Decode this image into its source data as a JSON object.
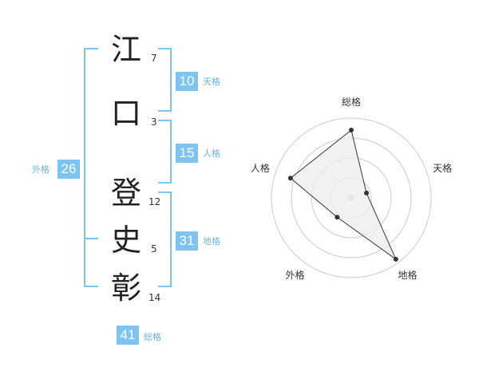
{
  "name": {
    "chars": [
      {
        "char": "江",
        "strokes": "7"
      },
      {
        "char": "口",
        "strokes": "3"
      },
      {
        "char": "登",
        "strokes": "12"
      },
      {
        "char": "史",
        "strokes": "5"
      },
      {
        "char": "彰",
        "strokes": "14"
      }
    ]
  },
  "kaku": {
    "tenkaku": {
      "value": "10",
      "label": "天格"
    },
    "jinkaku": {
      "value": "15",
      "label": "人格"
    },
    "chikaku": {
      "value": "31",
      "label": "地格"
    },
    "gaikaku": {
      "value": "26",
      "label": "外格"
    },
    "soukaku": {
      "value": "41",
      "label": "総格"
    }
  },
  "radar": {
    "axes": [
      "総格",
      "天格",
      "地格",
      "外格",
      "人格"
    ],
    "values": [
      0.85,
      0.2,
      0.95,
      0.3,
      0.8
    ],
    "max": 1,
    "rings": 4,
    "colors": {
      "fill": "#eeeeee",
      "line": "#333333",
      "ring": "#cccccc",
      "center": "#cccccc"
    }
  },
  "colors": {
    "accent": "#7ec4f0",
    "label": "#6ab4e6"
  }
}
